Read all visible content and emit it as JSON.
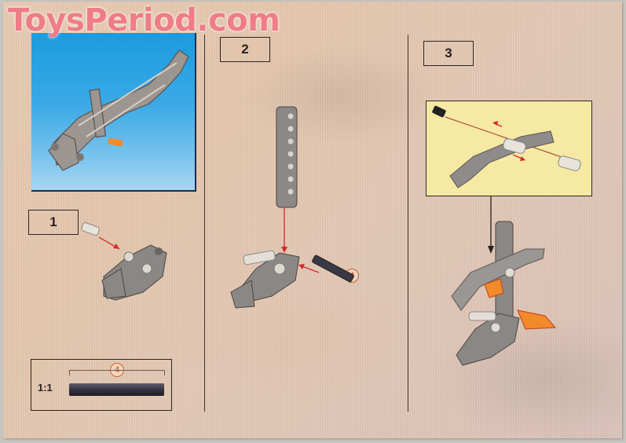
{
  "watermark": {
    "text": "ToysPeriod.com",
    "color": "#ee7d86"
  },
  "photo": {
    "description": "completed model render on blue gradient",
    "bg_color": "#1b9bde"
  },
  "steps": [
    {
      "number": "1",
      "callout": null
    },
    {
      "number": "2",
      "callout": "4"
    },
    {
      "number": "3",
      "callout": null
    }
  ],
  "scale_inset": {
    "label": "1:1",
    "part_length": "4",
    "part": "axle"
  },
  "sub_assembly": {
    "bg_color": "#f5e9a4"
  },
  "colors": {
    "arrow": "#d42b2b",
    "callout": "#d2642e",
    "part_gray": "#8a8785",
    "part_orange": "#f28a2a"
  }
}
